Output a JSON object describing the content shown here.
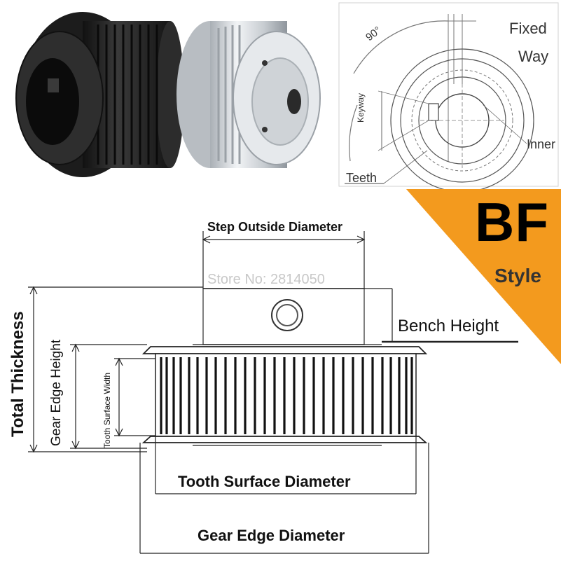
{
  "top_right_labels": {
    "angle": "90°",
    "fixed": "Fixed",
    "way": "Way",
    "keyway": "Keyway",
    "inner": "Inner",
    "teeth": "Teeth"
  },
  "badge": {
    "code": "BF",
    "style": "Style"
  },
  "watermark": "Store No: 2814050",
  "dimensions": {
    "step_outside_diameter": "Step Outside Diameter",
    "bench_height": "Bench Height",
    "total_thickness": "Total Thickness",
    "gear_edge_height": "Gear Edge Height",
    "tooth_surface_width": "Tooth Surface Width",
    "tooth_surface_diameter": "Tooth Surface Diameter",
    "gear_edge_diameter": "Gear Edge Diameter"
  },
  "colors": {
    "badge_orange": "#f39a1e",
    "line": "#222222",
    "black_pulley": "#2a2a2a",
    "aluminum_pulley": "#d6d9dc"
  }
}
